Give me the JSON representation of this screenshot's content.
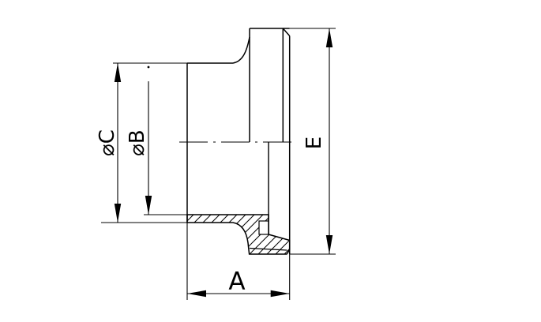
{
  "drawing": {
    "background": "#ffffff",
    "line_color": "#000000",
    "dimension_labels": {
      "outer_diameter_c": "⌀C",
      "bore_diameter_b": "⌀B",
      "flange_diameter_e": "E",
      "length_a": "A"
    }
  }
}
